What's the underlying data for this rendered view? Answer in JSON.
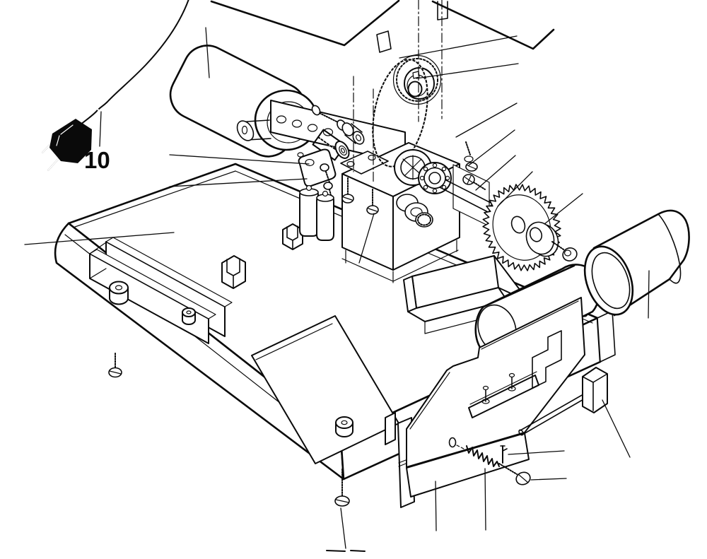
{
  "figure": {
    "type": "exploded-parts-diagram",
    "background_color": "#ffffff",
    "ink_color": "#0a0a0a",
    "callouts": {
      "part10": {
        "text": "10"
      }
    },
    "cropped_bottom_label_marks": 2
  }
}
